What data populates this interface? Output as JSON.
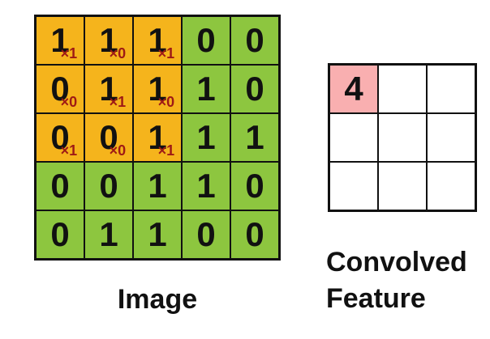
{
  "colors": {
    "orange": "#F5B41C",
    "green": "#8DC63F",
    "pink": "#F9AFB0",
    "white": "#FFFFFF",
    "grid_line": "#111111",
    "digit": "#111111",
    "kernel_text": "#9E1A15"
  },
  "image_grid": {
    "label": "Image",
    "rows": [
      [
        {
          "value": "1",
          "kernel": "×1",
          "bg": "orange"
        },
        {
          "value": "1",
          "kernel": "×0",
          "bg": "orange"
        },
        {
          "value": "1",
          "kernel": "×1",
          "bg": "orange"
        },
        {
          "value": "0",
          "kernel": "",
          "bg": "green"
        },
        {
          "value": "0",
          "kernel": "",
          "bg": "green"
        }
      ],
      [
        {
          "value": "0",
          "kernel": "×0",
          "bg": "orange"
        },
        {
          "value": "1",
          "kernel": "×1",
          "bg": "orange"
        },
        {
          "value": "1",
          "kernel": "×0",
          "bg": "orange"
        },
        {
          "value": "1",
          "kernel": "",
          "bg": "green"
        },
        {
          "value": "0",
          "kernel": "",
          "bg": "green"
        }
      ],
      [
        {
          "value": "0",
          "kernel": "×1",
          "bg": "orange"
        },
        {
          "value": "0",
          "kernel": "×0",
          "bg": "orange"
        },
        {
          "value": "1",
          "kernel": "×1",
          "bg": "orange"
        },
        {
          "value": "1",
          "kernel": "",
          "bg": "green"
        },
        {
          "value": "1",
          "kernel": "",
          "bg": "green"
        }
      ],
      [
        {
          "value": "0",
          "kernel": "",
          "bg": "green"
        },
        {
          "value": "0",
          "kernel": "",
          "bg": "green"
        },
        {
          "value": "1",
          "kernel": "",
          "bg": "green"
        },
        {
          "value": "1",
          "kernel": "",
          "bg": "green"
        },
        {
          "value": "0",
          "kernel": "",
          "bg": "green"
        }
      ],
      [
        {
          "value": "0",
          "kernel": "",
          "bg": "green"
        },
        {
          "value": "1",
          "kernel": "",
          "bg": "green"
        },
        {
          "value": "1",
          "kernel": "",
          "bg": "green"
        },
        {
          "value": "0",
          "kernel": "",
          "bg": "green"
        },
        {
          "value": "0",
          "kernel": "",
          "bg": "green"
        }
      ]
    ]
  },
  "convolved_feature": {
    "label_lines": [
      "Convolved",
      "Feature"
    ],
    "rows": [
      [
        {
          "value": "4",
          "bg": "pink"
        },
        {
          "value": "",
          "bg": "white"
        },
        {
          "value": "",
          "bg": "white"
        }
      ],
      [
        {
          "value": "",
          "bg": "white"
        },
        {
          "value": "",
          "bg": "white"
        },
        {
          "value": "",
          "bg": "white"
        }
      ],
      [
        {
          "value": "",
          "bg": "white"
        },
        {
          "value": "",
          "bg": "white"
        },
        {
          "value": "",
          "bg": "white"
        }
      ]
    ]
  }
}
